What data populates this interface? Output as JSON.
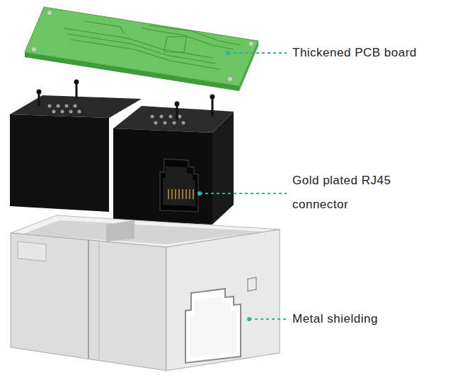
{
  "diagram": {
    "labels": [
      "Thickened PCB board",
      "Gold plated RJ45 connector",
      "Metal shielding"
    ]
  }
}
